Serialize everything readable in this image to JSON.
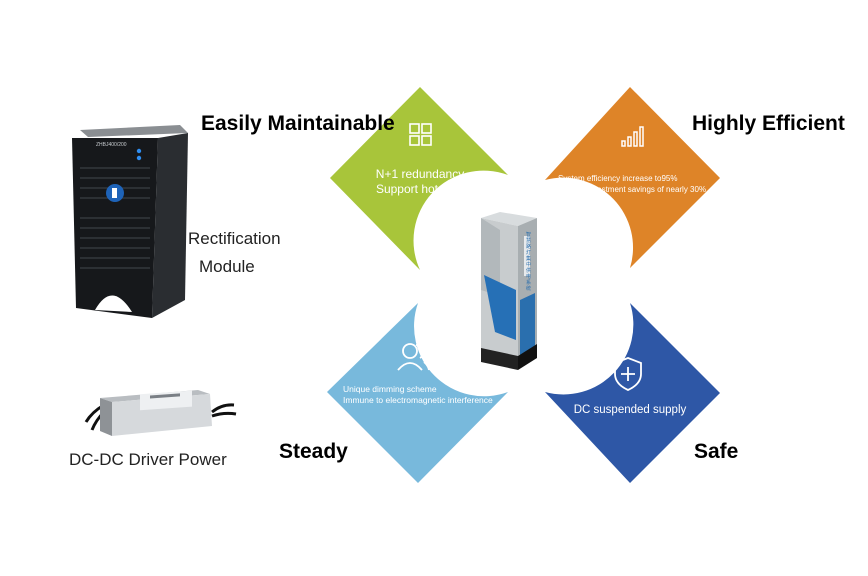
{
  "features": {
    "maintainable": {
      "title": "Easily Maintainable",
      "lines": [
        "N+1 redundancy",
        "Support hot plug"
      ],
      "color": "#a8c53a",
      "icon": "grid-icon"
    },
    "efficient": {
      "title": "Highly Efficient",
      "lines": [
        "System efficiency increase to95%",
        "System investment savings of nearly 30%"
      ],
      "color": "#de8428",
      "icon": "bar-chart-icon"
    },
    "steady": {
      "title": "Steady",
      "lines": [
        "Unique dimming scheme",
        "Immune to electromagnetic interference"
      ],
      "color": "#78b9dc",
      "icon": "users-icon"
    },
    "safe": {
      "title": "Safe",
      "lines": [
        "DC suspended supply"
      ],
      "color": "#2e57a6",
      "icon": "shield-plus-icon"
    }
  },
  "products": {
    "rectifier": {
      "label_line1": "Rectification",
      "label_line2": "Module",
      "model_text": "ZHBJ400/200"
    },
    "driver": {
      "label": "DC-DC Driver Power"
    }
  },
  "cabinet": {
    "side_text": "智慧路灯集中供电系统"
  }
}
